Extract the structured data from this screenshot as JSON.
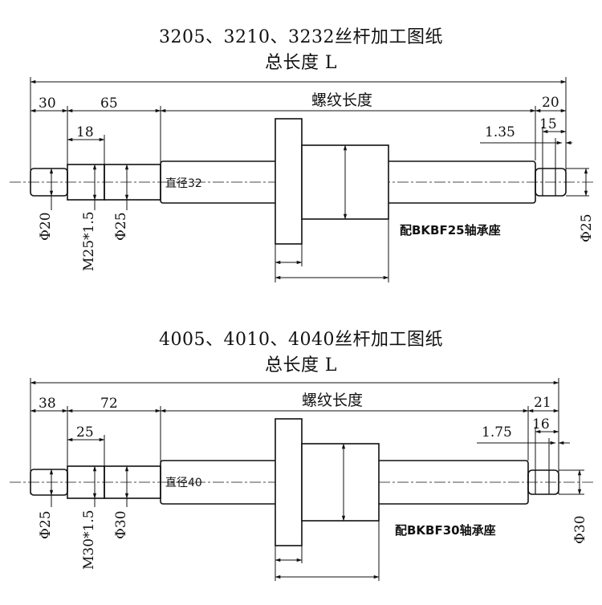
{
  "drawings": [
    {
      "title_line1": "3205、3210、3232丝杆加工图纸",
      "title_line2": "总长度 L",
      "thread_length_label": "螺纹长度",
      "dim_left_1": "30",
      "dim_left_2": "65",
      "dim_thread_segment": "18",
      "dim_right_1": "20",
      "dim_right_2": "15",
      "dim_groove": "1.35",
      "diameter_label": "直径32",
      "phi_end": "Φ20",
      "thread_spec": "M25*1.5",
      "phi_journal": "Φ25",
      "phi_right": "Φ25",
      "bearing_note": "配BKBF25轴承座"
    },
    {
      "title_line1": "4005、4010、4040丝杆加工图纸",
      "title_line2": "总长度 L",
      "thread_length_label": "螺纹长度",
      "dim_left_1": "38",
      "dim_left_2": "72",
      "dim_thread_segment": "25",
      "dim_right_1": "21",
      "dim_right_2": "16",
      "dim_groove": "1.75",
      "diameter_label": "直径40",
      "phi_end": "Φ25",
      "thread_spec": "M30*1.5",
      "phi_journal": "Φ30",
      "phi_right": "Φ30",
      "bearing_note": "配BKBF30轴承座"
    }
  ]
}
